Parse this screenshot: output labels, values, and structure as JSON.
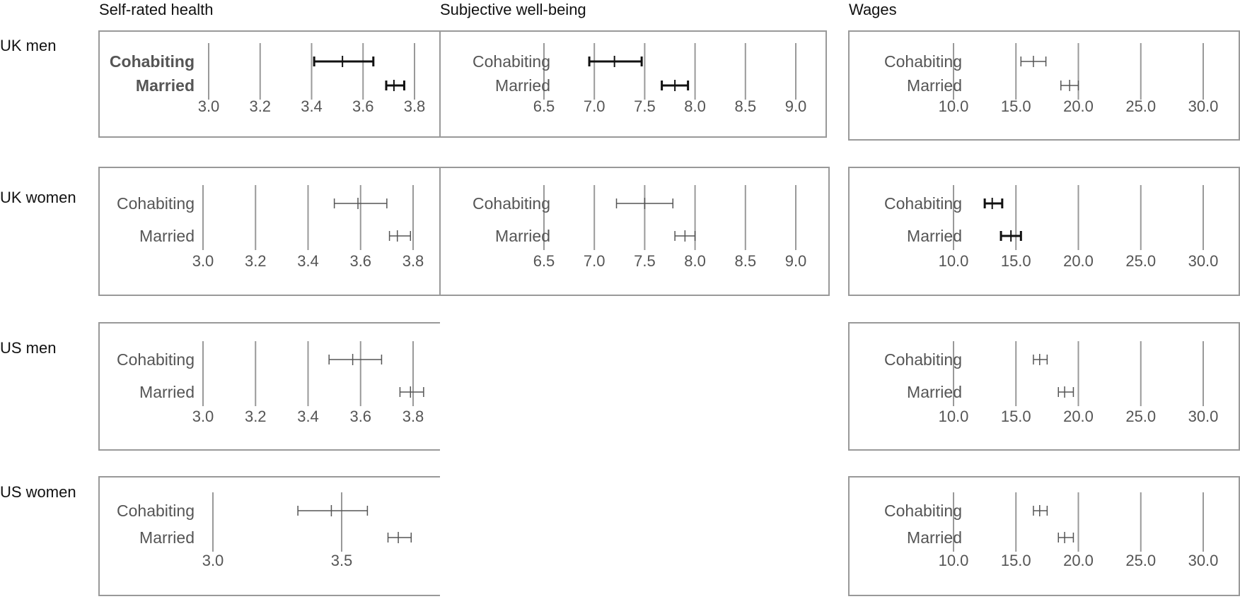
{
  "figure": {
    "column_titles": [
      "Self-rated health",
      "Subjective well-being",
      "Wages"
    ],
    "row_labels": [
      "UK men",
      "UK women",
      "US men",
      "US women"
    ]
  },
  "colors": {
    "frame": "#999999",
    "gridline": "#999999",
    "text_dark": "#111111",
    "text_gray": "#555555",
    "bold_bar": "#111111",
    "thin_bar": "#555555"
  },
  "chart_data": [
    {
      "type": "errorbar",
      "row": "UK men",
      "column": "Self-rated health",
      "xlim": [
        3.0,
        3.8
      ],
      "ticks": [
        3.0,
        3.2,
        3.4,
        3.6,
        3.8
      ],
      "tick_labels": [
        "3.0",
        "3.2",
        "3.4",
        "3.6",
        "3.8"
      ],
      "categories": [
        "Cohabiting",
        "Married"
      ],
      "bold_labels": true,
      "series": [
        {
          "category": "Cohabiting",
          "estimate": 3.52,
          "lower": 3.41,
          "upper": 3.64,
          "bold": true
        },
        {
          "category": "Married",
          "estimate": 3.72,
          "lower": 3.69,
          "upper": 3.76,
          "bold": true
        }
      ]
    },
    {
      "type": "errorbar",
      "row": "UK men",
      "column": "Subjective well-being",
      "xlim": [
        6.5,
        9.0
      ],
      "ticks": [
        6.5,
        7.0,
        7.5,
        8.0,
        8.5,
        9.0
      ],
      "tick_labels": [
        "6.5",
        "7.0",
        "7.5",
        "8.0",
        "8.5",
        "9.0"
      ],
      "categories": [
        "Cohabiting",
        "Married"
      ],
      "bold_labels": false,
      "series": [
        {
          "category": "Cohabiting",
          "estimate": 7.2,
          "lower": 6.95,
          "upper": 7.47,
          "bold": true
        },
        {
          "category": "Married",
          "estimate": 7.8,
          "lower": 7.67,
          "upper": 7.93,
          "bold": true
        }
      ]
    },
    {
      "type": "errorbar",
      "row": "UK men",
      "column": "Wages",
      "xlim": [
        10.0,
        30.0
      ],
      "ticks": [
        10.0,
        15.0,
        20.0,
        25.0,
        30.0
      ],
      "tick_labels": [
        "10.0",
        "15.0",
        "20.0",
        "25.0",
        "30.0"
      ],
      "categories": [
        "Cohabiting",
        "Married"
      ],
      "bold_labels": false,
      "series": [
        {
          "category": "Cohabiting",
          "estimate": 16.4,
          "lower": 15.4,
          "upper": 17.4,
          "bold": false
        },
        {
          "category": "Married",
          "estimate": 19.3,
          "lower": 18.6,
          "upper": 20.0,
          "bold": false
        }
      ]
    },
    {
      "type": "errorbar",
      "row": "UK women",
      "column": "Self-rated health",
      "xlim": [
        3.0,
        3.8
      ],
      "ticks": [
        3.0,
        3.2,
        3.4,
        3.6,
        3.8
      ],
      "tick_labels": [
        "3.0",
        "3.2",
        "3.4",
        "3.6",
        "3.8"
      ],
      "categories": [
        "Cohabiting",
        "Married"
      ],
      "bold_labels": false,
      "series": [
        {
          "category": "Cohabiting",
          "estimate": 3.59,
          "lower": 3.5,
          "upper": 3.7,
          "bold": false
        },
        {
          "category": "Married",
          "estimate": 3.74,
          "lower": 3.71,
          "upper": 3.79,
          "bold": false
        }
      ]
    },
    {
      "type": "errorbar",
      "row": "UK women",
      "column": "Subjective well-being",
      "xlim": [
        6.5,
        9.0
      ],
      "ticks": [
        6.5,
        7.0,
        7.5,
        8.0,
        8.5,
        9.0
      ],
      "tick_labels": [
        "6.5",
        "7.0",
        "7.5",
        "8.0",
        "8.5",
        "9.0"
      ],
      "categories": [
        "Cohabiting",
        "Married"
      ],
      "bold_labels": false,
      "series": [
        {
          "category": "Cohabiting",
          "estimate": 7.5,
          "lower": 7.22,
          "upper": 7.78,
          "bold": false
        },
        {
          "category": "Married",
          "estimate": 7.9,
          "lower": 7.8,
          "upper": 8.0,
          "bold": false
        }
      ]
    },
    {
      "type": "errorbar",
      "row": "UK women",
      "column": "Wages",
      "xlim": [
        10.0,
        30.0
      ],
      "ticks": [
        10.0,
        15.0,
        20.0,
        25.0,
        30.0
      ],
      "tick_labels": [
        "10.0",
        "15.0",
        "20.0",
        "25.0",
        "30.0"
      ],
      "categories": [
        "Cohabiting",
        "Married"
      ],
      "bold_labels": false,
      "series": [
        {
          "category": "Cohabiting",
          "estimate": 13.1,
          "lower": 12.5,
          "upper": 13.9,
          "bold": true
        },
        {
          "category": "Married",
          "estimate": 14.6,
          "lower": 13.8,
          "upper": 15.4,
          "bold": true
        }
      ]
    },
    {
      "type": "errorbar",
      "row": "US men",
      "column": "Self-rated health",
      "xlim": [
        3.0,
        3.8
      ],
      "ticks": [
        3.0,
        3.2,
        3.4,
        3.6,
        3.8
      ],
      "tick_labels": [
        "3.0",
        "3.2",
        "3.4",
        "3.6",
        "3.8"
      ],
      "categories": [
        "Cohabiting",
        "Married"
      ],
      "bold_labels": false,
      "series": [
        {
          "category": "Cohabiting",
          "estimate": 3.57,
          "lower": 3.48,
          "upper": 3.68,
          "bold": false
        },
        {
          "category": "Married",
          "estimate": 3.79,
          "lower": 3.75,
          "upper": 3.84,
          "bold": false
        }
      ]
    },
    {
      "type": "errorbar",
      "row": "US men",
      "column": "Wages",
      "xlim": [
        10.0,
        30.0
      ],
      "ticks": [
        10.0,
        15.0,
        20.0,
        25.0,
        30.0
      ],
      "tick_labels": [
        "10.0",
        "15.0",
        "20.0",
        "25.0",
        "30.0"
      ],
      "categories": [
        "Cohabiting",
        "Married"
      ],
      "bold_labels": false,
      "series": [
        {
          "category": "Cohabiting",
          "estimate": 16.9,
          "lower": 16.4,
          "upper": 17.5,
          "bold": false
        },
        {
          "category": "Married",
          "estimate": 18.9,
          "lower": 18.4,
          "upper": 19.6,
          "bold": false
        }
      ]
    },
    {
      "type": "errorbar",
      "row": "US women",
      "column": "Self-rated health",
      "xlim": [
        2.85,
        3.78
      ],
      "ticks": [
        3.0,
        3.5
      ],
      "tick_labels": [
        "3.0",
        "3.5"
      ],
      "categories": [
        "Cohabiting",
        "Married"
      ],
      "bold_labels": false,
      "series": [
        {
          "category": "Cohabiting",
          "estimate": 3.46,
          "lower": 3.33,
          "upper": 3.6,
          "bold": false
        },
        {
          "category": "Married",
          "estimate": 3.72,
          "lower": 3.68,
          "upper": 3.77,
          "bold": false
        }
      ]
    },
    {
      "type": "errorbar",
      "row": "US women",
      "column": "Wages",
      "xlim": [
        10.0,
        30.0
      ],
      "ticks": [
        10.0,
        15.0,
        20.0,
        25.0,
        30.0
      ],
      "tick_labels": [
        "10.0",
        "15.0",
        "20.0",
        "25.0",
        "30.0"
      ],
      "categories": [
        "Cohabiting",
        "Married"
      ],
      "bold_labels": false,
      "series": [
        {
          "category": "Cohabiting",
          "estimate": 16.9,
          "lower": 16.4,
          "upper": 17.5,
          "bold": false
        },
        {
          "category": "Married",
          "estimate": 18.9,
          "lower": 18.4,
          "upper": 19.6,
          "bold": false
        }
      ]
    }
  ]
}
